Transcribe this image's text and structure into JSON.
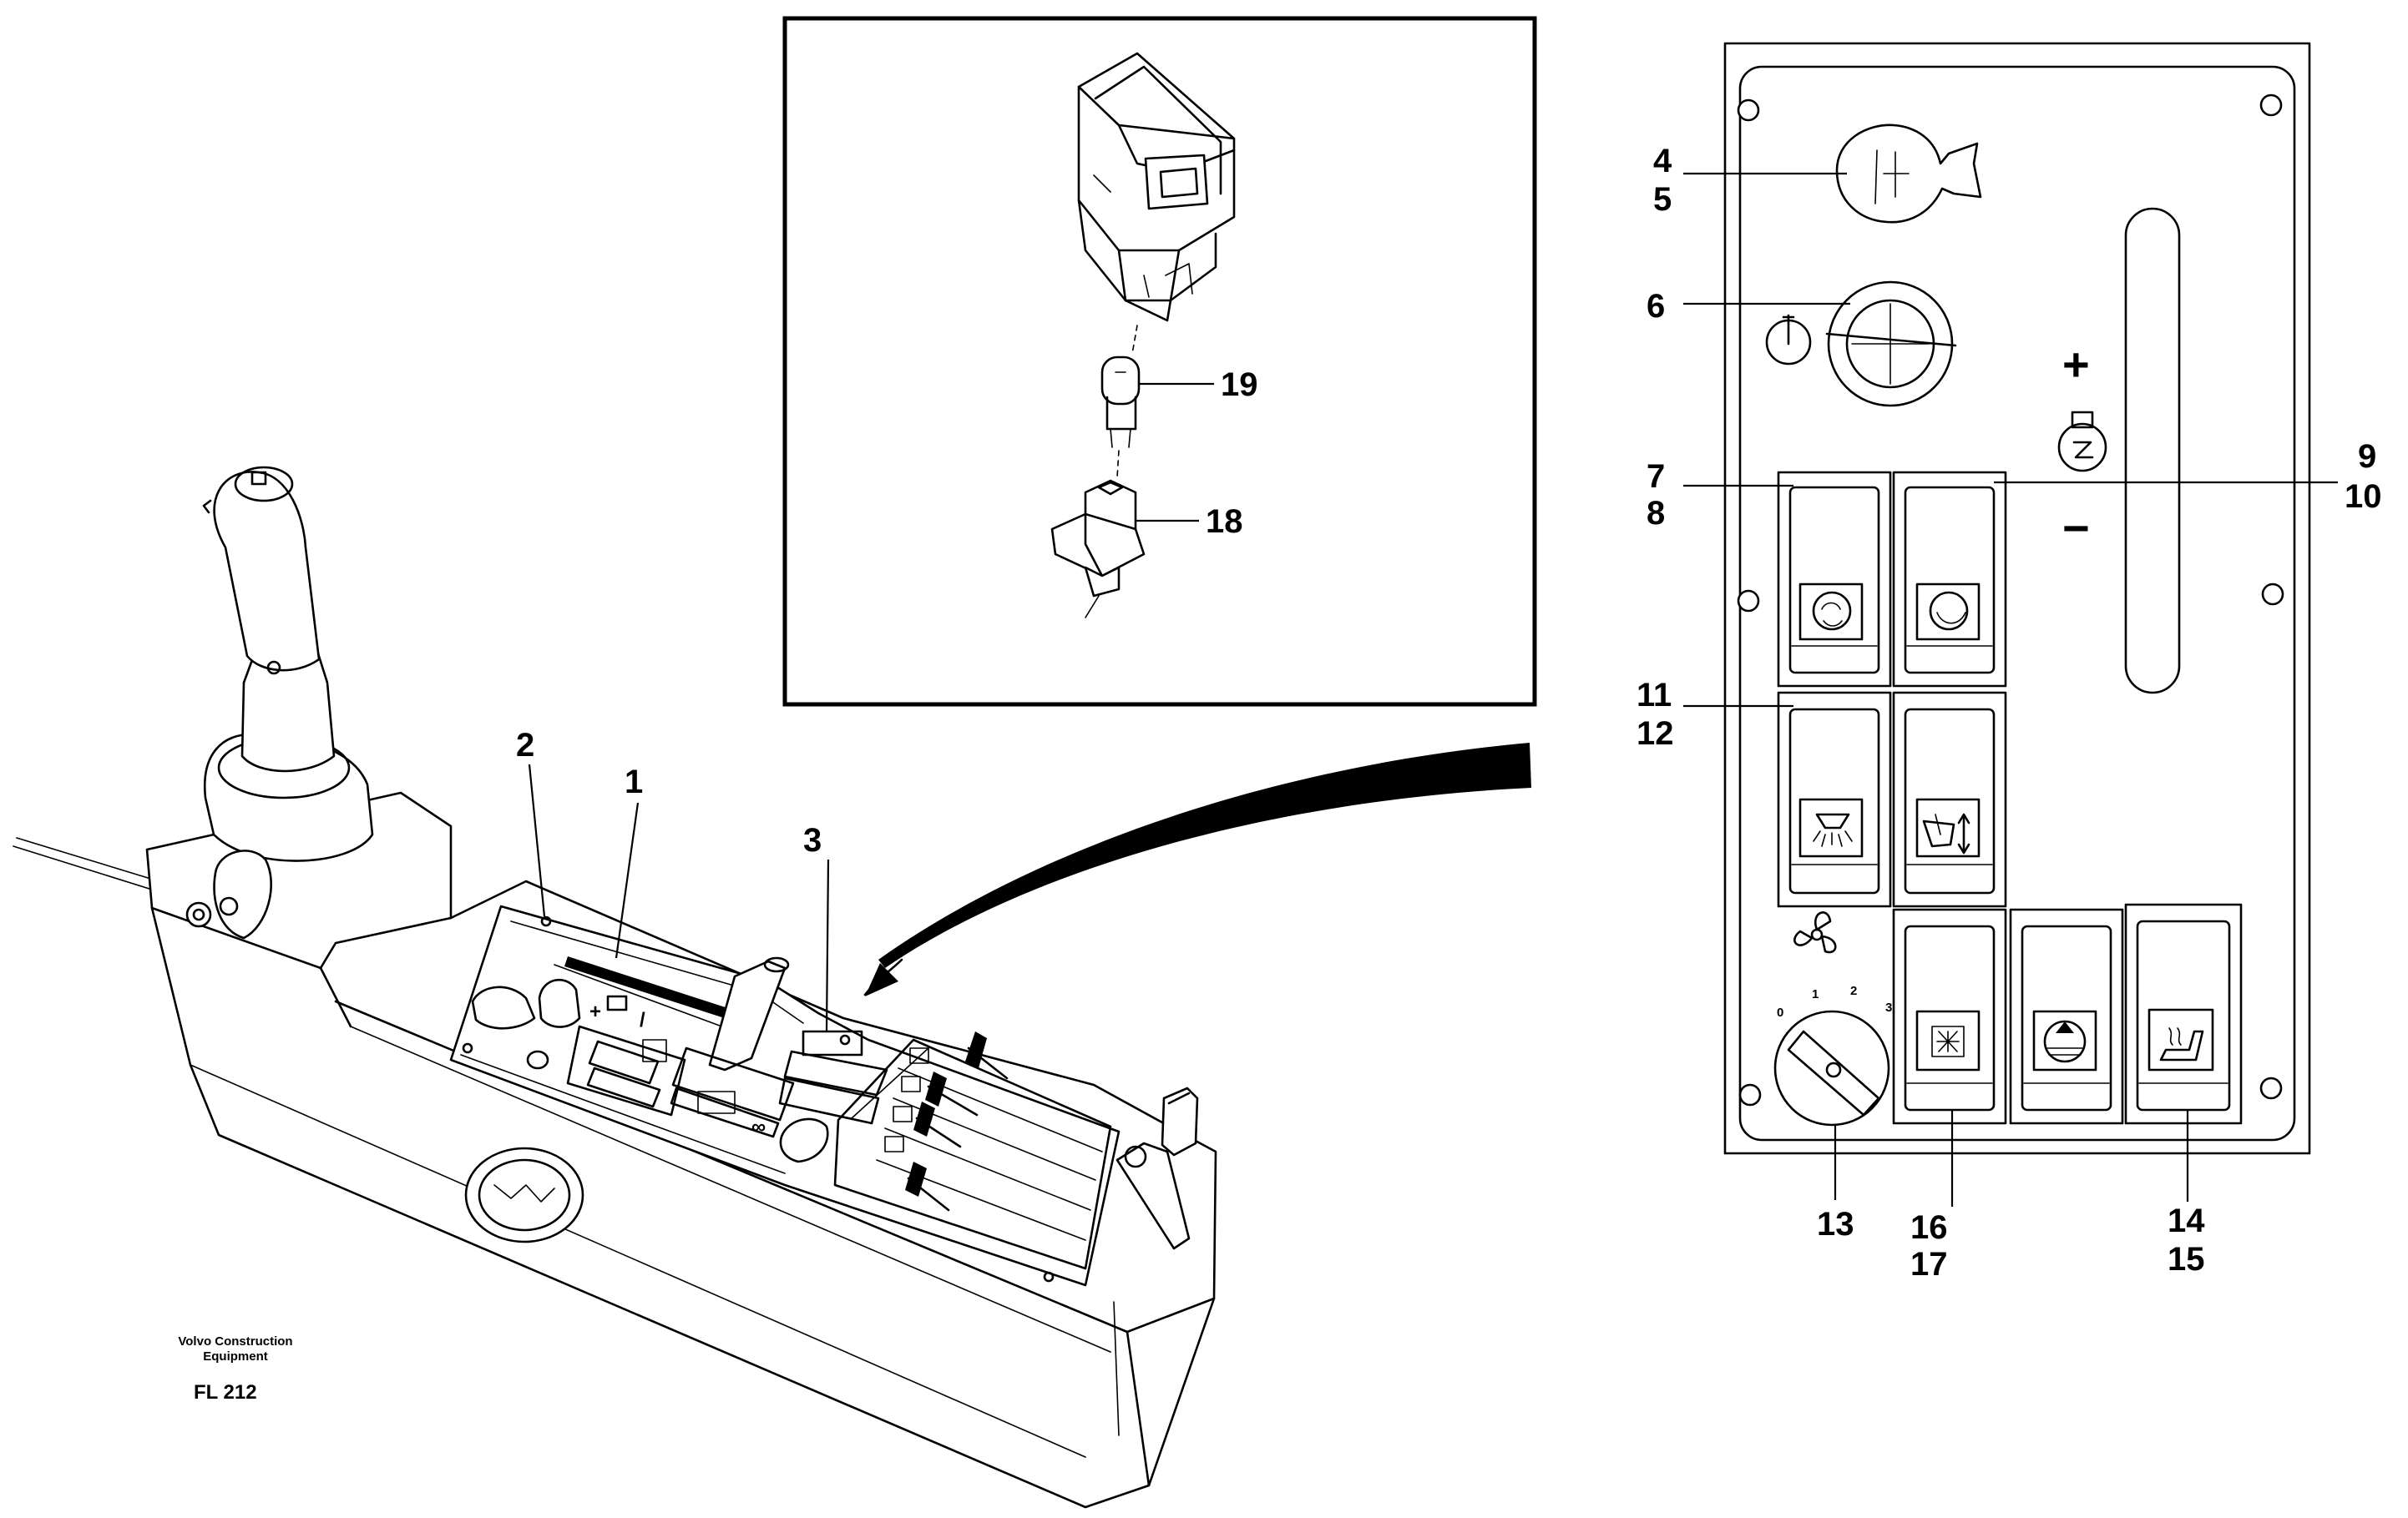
{
  "caption": {
    "company_line1": "Volvo Construction",
    "company_line2": "Equipment",
    "figure_code": "FL 212"
  },
  "callouts": {
    "c1": "1",
    "c2": "2",
    "c3": "3",
    "c4": "4",
    "c5": "5",
    "c6": "6",
    "c7": "7",
    "c8": "8",
    "c9": "9",
    "c10": "10",
    "c11": "11",
    "c12": "12",
    "c13": "13",
    "c14": "14",
    "c15": "15",
    "c16": "16",
    "c17": "17",
    "c18": "18",
    "c19": "19"
  },
  "panel": {
    "plus_sign": "+",
    "minus_sign": "−",
    "fan_dial": {
      "d0": "0",
      "d1": "1",
      "d2": "2",
      "d3": "3"
    }
  },
  "console": {
    "lever_marks": "+",
    "lever_mark_low": "/",
    "dial_marks": "∞"
  },
  "icons": [
    "parking-brake-icon",
    "ignition-key-icon",
    "engine-temp-icon",
    "work-light-icon",
    "rear-light-icon",
    "wiper-icon",
    "windshield-washer-icon",
    "hazard-icon",
    "fan-icon",
    "defroster-icon",
    "beacon-icon",
    "seat-heater-icon"
  ]
}
